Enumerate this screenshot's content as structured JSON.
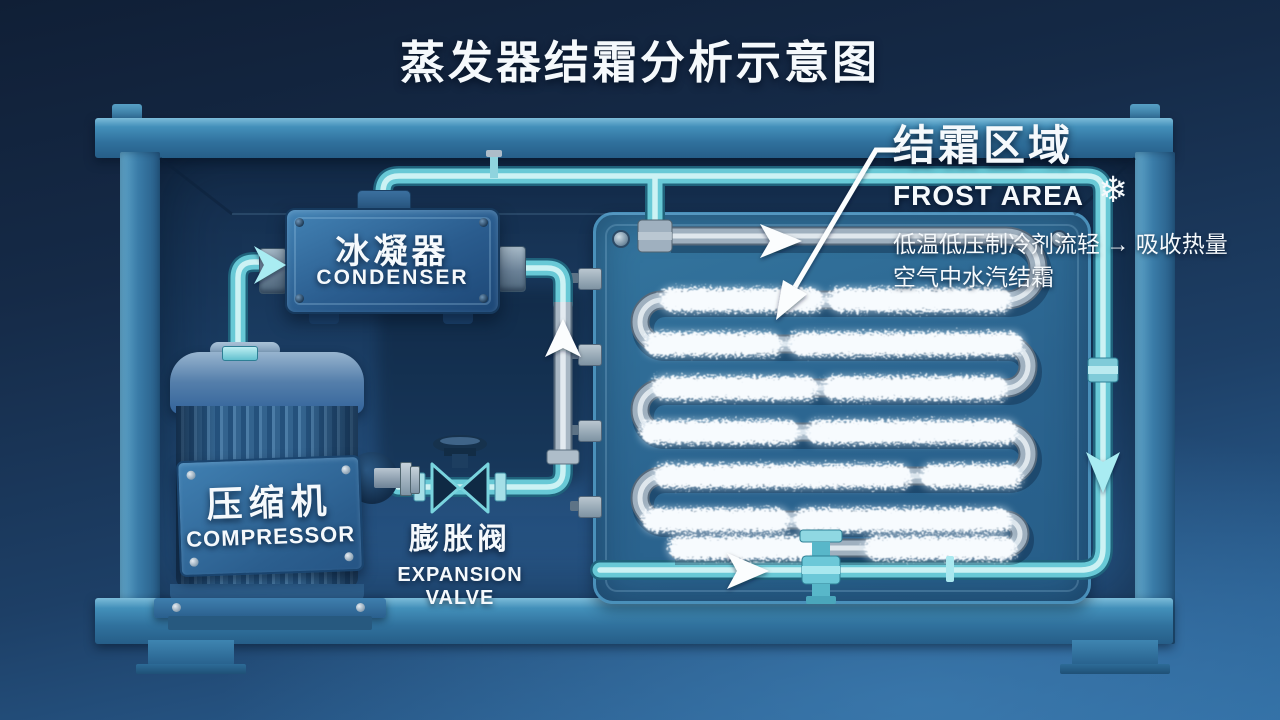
{
  "title": "蒸发器结霜分析示意图",
  "components": {
    "condenser": {
      "zh": "冰凝器",
      "en": "CONDENSER"
    },
    "compressor": {
      "zh": "压缩机",
      "en": "COMPRESSOR"
    },
    "expansion_valve": {
      "zh": "膨胀阀",
      "en": "EXPANSION VALVE"
    },
    "evaporator_coil": {
      "description": "frosted serpentine coil, 8 passes"
    },
    "frost_area": {
      "zh": "结霜区域",
      "en": "FROST AREA",
      "snowflake": "❄",
      "note1": "低温低压制冷剂流轻 → 吸收热量",
      "note2": "空气中水汽结霜"
    }
  },
  "flow_arrows": {
    "into_condenser": "right",
    "coil_inlet": "right",
    "riser": "up",
    "bottom_line": "right",
    "right_drop_line": "down"
  },
  "colors": {
    "background_navy": "#142c4a",
    "frame_blue": "#3a82ad",
    "panel_blue": "#2e6f9f",
    "condenser_blue": "#2b5f93",
    "pipe_cyan": "#68c9d6",
    "pipe_highlight": "#d2f4f6",
    "metal_tube": "#9fb0bf",
    "frost_white": "#f7fbfe",
    "text_white": "#f5f9fc"
  }
}
